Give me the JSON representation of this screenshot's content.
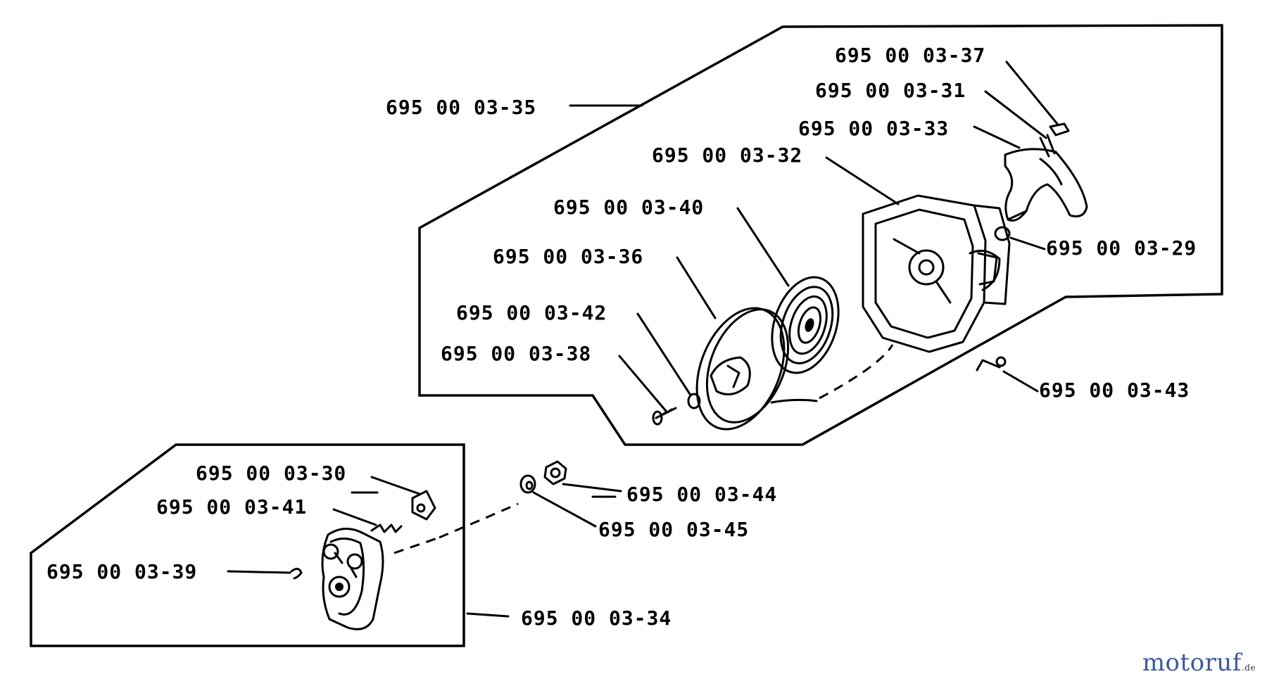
{
  "labels": {
    "l35": "695 00 03-35",
    "l37": "695 00 03-37",
    "l31": "695 00 03-31",
    "l33": "695 00 03-33",
    "l32": "695 00 03-32",
    "l40": "695 00 03-40",
    "l36": "695 00 03-36",
    "l29": "695 00 03-29",
    "l42": "695 00 03-42",
    "l38": "695 00 03-38",
    "l43": "695 00 03-43",
    "l30": "695 00 03-30",
    "l41": "695 00 03-41",
    "l39": "695 00 03-39",
    "l44": "695 00 03-44",
    "l45": "695 00 03-45",
    "l34": "695 00 03-34"
  },
  "watermark": {
    "text": "motoruf",
    "suffix": ".de"
  },
  "colors": {
    "ink": "#000000",
    "watermark": "#3a5a9c",
    "background": "#ffffff"
  }
}
